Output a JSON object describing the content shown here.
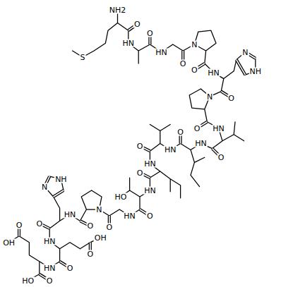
{
  "diagram": {
    "labels": [
      "NH2",
      "O",
      "O",
      "HN",
      "N",
      "HN",
      "N",
      "S",
      "O",
      "O",
      "NH",
      "HN",
      "N",
      "O",
      "O",
      "HN",
      "O",
      "HN",
      "O",
      "HN",
      "O",
      "HN",
      "O",
      "NH",
      "N",
      "HN",
      "HO",
      "N",
      "HN",
      "O",
      "HN",
      "O",
      "O",
      "O",
      "O",
      "HN",
      "OH",
      "OH",
      "O",
      "O",
      "HN",
      "HO",
      "O"
    ]
  }
}
